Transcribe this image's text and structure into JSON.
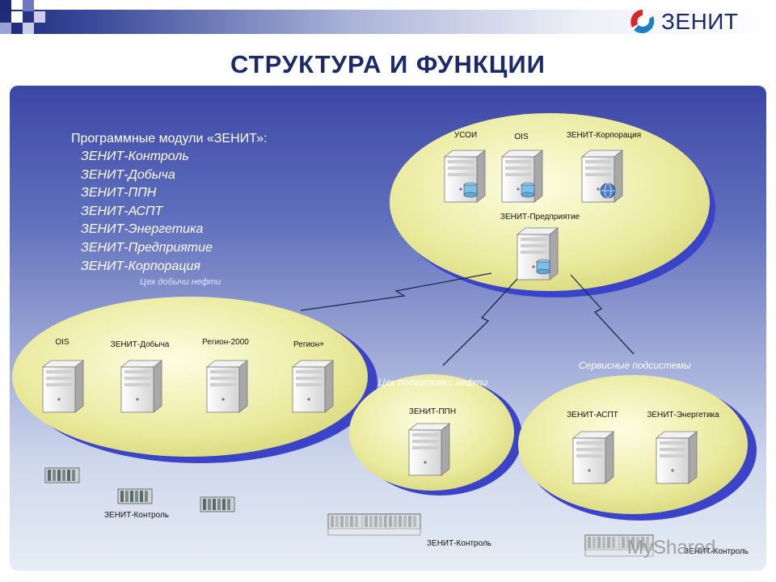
{
  "title": "СТРУКТУРА И ФУНКЦИИ",
  "logo": {
    "text": "ЗЕНИТ"
  },
  "modules": {
    "heading": "Программные модули «ЗЕНИТ»:",
    "items": [
      "ЗЕНИТ-Контроль",
      "ЗЕНИТ-Добыча",
      "ЗЕНИТ-ППН",
      "ЗЕНИТ-АСПТ",
      "ЗЕНИТ-Энергетика",
      "ЗЕНИТ-Предприятие",
      "ЗЕНИТ-Корпорация"
    ]
  },
  "captions": {
    "production": "Цех добычи нефти",
    "preparation": "Цех подготовки нефти",
    "services": "Сервисные подсистемы"
  },
  "top_group": {
    "servers": [
      "УСОИ",
      "OIS",
      "ЗЕНИТ-Корпорация"
    ],
    "enterprise": "ЗЕНИТ-Предприятие"
  },
  "production_group": {
    "servers": [
      "OIS",
      "ЗЕНИТ-Добыча",
      "Регион-2000",
      "Регион+"
    ]
  },
  "preparation_group": {
    "servers": [
      "ЗЕНИТ-ППН"
    ]
  },
  "services_group": {
    "servers": [
      "ЗЕНИТ-АСПТ",
      "ЗЕНИТ-Энергетика"
    ]
  },
  "controllers": {
    "left": "ЗЕНИТ-Контроль",
    "middle": "ЗЕНИТ-Контроль",
    "right": "ЗЕНИТ-Контроль"
  },
  "watermark": "MyShared",
  "colors": {
    "title": "#1b2a6b",
    "ellipse": "#f2f2b0",
    "ellipse_shadow": "#3b44c8",
    "logo_red": "#d7262e",
    "logo_blue": "#1e7fc4"
  }
}
